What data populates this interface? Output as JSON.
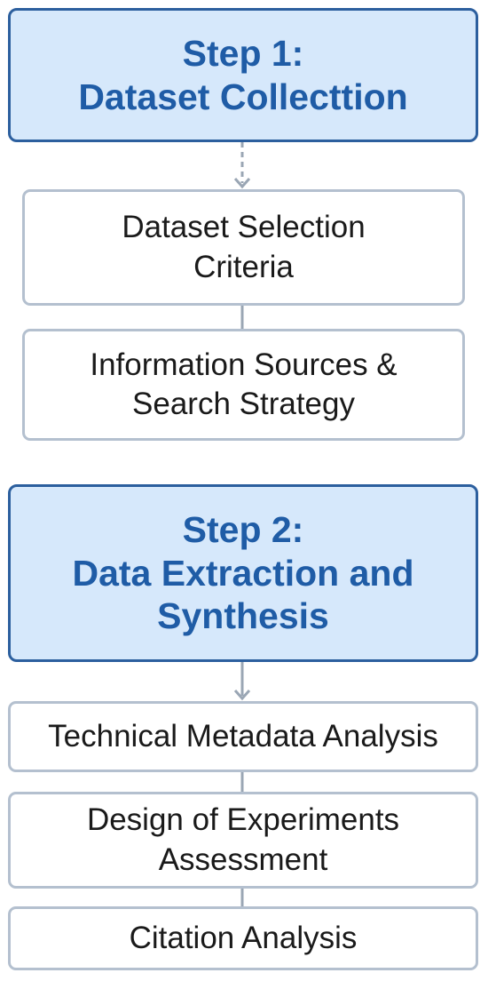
{
  "colors": {
    "step_fill": "#d6e8fb",
    "step_border": "#2c5f9e",
    "step_text": "#1f5ca6",
    "box_border": "#b4c0cf",
    "connector": "#9aa6b4",
    "text": "#1a1a1a"
  },
  "step1": {
    "line1": "Step 1:",
    "line2": "Dataset Collecttion",
    "items": [
      {
        "line1": "Dataset Selection",
        "line2": "Criteria"
      },
      {
        "line1": "Information Sources &",
        "line2": "Search Strategy"
      }
    ]
  },
  "step2": {
    "line1": "Step 2:",
    "line2": "Data Extraction and",
    "line3": "Synthesis",
    "items": [
      {
        "line1": "Technical Metadata Analysis"
      },
      {
        "line1": "Design of Experiments",
        "line2": "Assessment"
      },
      {
        "line1": "Citation Analysis"
      }
    ]
  }
}
